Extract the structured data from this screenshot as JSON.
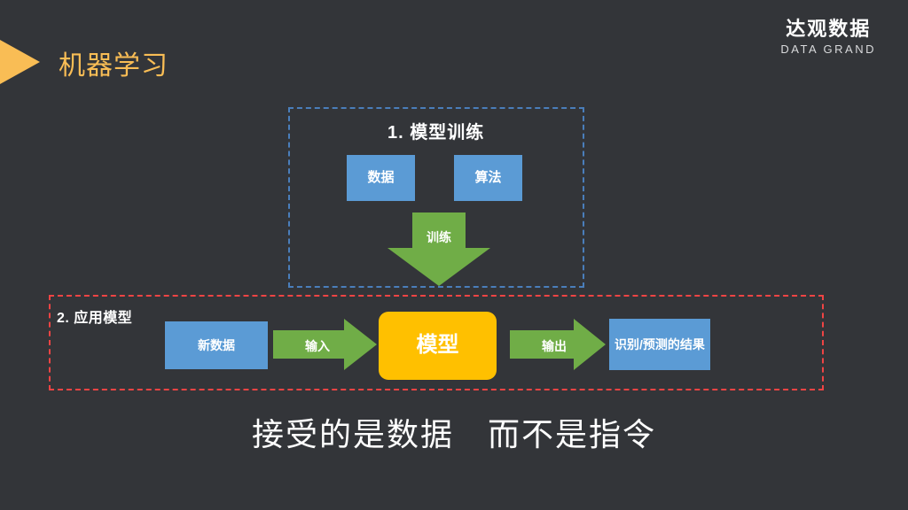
{
  "slide": {
    "background_color": "#333539",
    "title": "机器学习",
    "title_color": "#f9bd55",
    "bullet_icon": "triangle-right-icon"
  },
  "logo": {
    "cn": "达观数据",
    "en": "DATA GRAND"
  },
  "sections": {
    "training": {
      "heading": "1. 模型训练",
      "border_color": "#4a7ebb",
      "border_style": "dashed",
      "nodes": [
        {
          "label": "数据",
          "color": "#5b9bd5"
        },
        {
          "label": "算法",
          "color": "#5b9bd5"
        }
      ],
      "arrow": {
        "label": "训练",
        "color": "#70ad47",
        "direction": "down"
      }
    },
    "application": {
      "heading": "2. 应用模型",
      "border_color": "#ef4444",
      "border_style": "dashed",
      "nodes": [
        {
          "label": "新数据",
          "color": "#5b9bd5"
        },
        {
          "label": "模型",
          "color": "#ffc000"
        },
        {
          "label": "识别/预测的结果",
          "color": "#5b9bd5"
        }
      ],
      "arrows": [
        {
          "label": "输入",
          "color": "#70ad47",
          "direction": "right"
        },
        {
          "label": "输出",
          "color": "#70ad47",
          "direction": "right"
        }
      ]
    }
  },
  "caption": "接受的是数据　而不是指令"
}
